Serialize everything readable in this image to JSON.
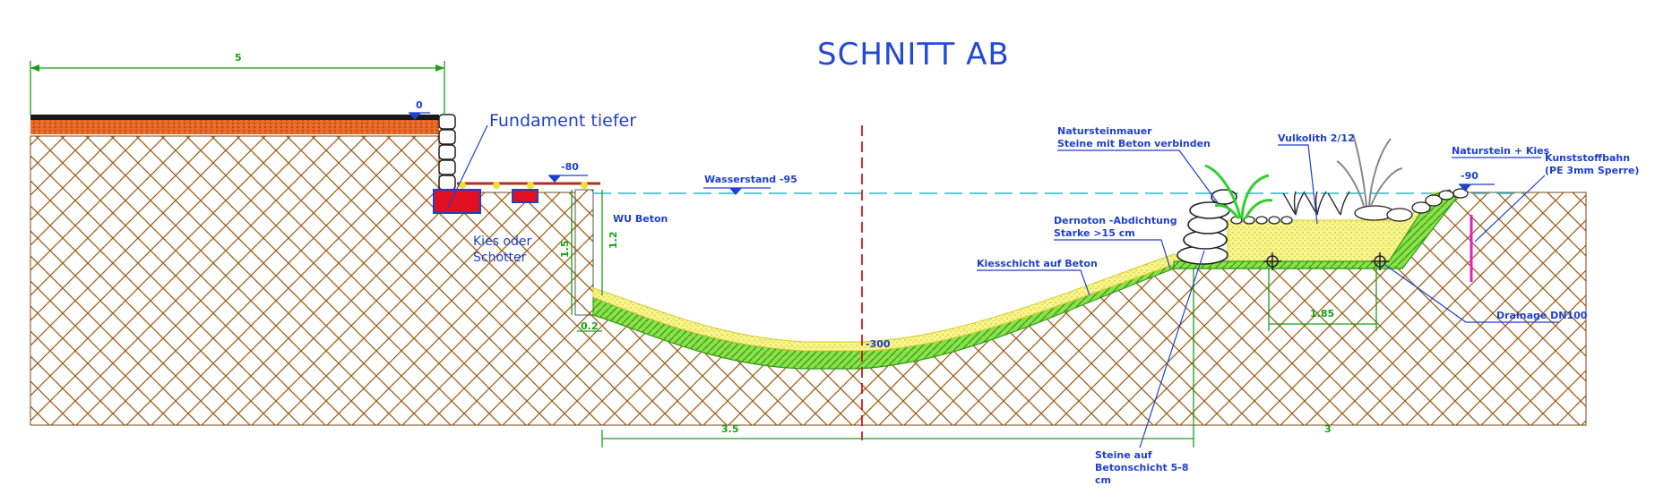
{
  "title": "SCHNITT AB",
  "labels": {
    "fundament": "Fundament tiefer",
    "kies_schotter_1": "Kies oder",
    "kies_schotter_2": "Schotter",
    "wasserstand": "Wasserstand -95",
    "wu_beton": "WU Beton",
    "naturstein_mauer_1": "Natursteinmauer",
    "naturstein_mauer_2": "Steine mit Beton verbinden",
    "vulkolith": "Vulkolith 2/12",
    "naturstein_kies": "Naturstein + Kies",
    "kunststoff_1": "Kunststoffbahn",
    "kunststoff_2": "(PE 3mm Sperre)",
    "dernoton_1": "Dernoton -Abdichtung",
    "dernoton_2": "Starke >15 cm",
    "kiesschicht": "Kiesschicht auf Beton",
    "drainage": "Drainage DN100",
    "steine_1": "Steine auf",
    "steine_2": "Betonschicht 5-8",
    "steine_3": "cm"
  },
  "levels": {
    "ground": "0",
    "foundation": "-80",
    "bottom": "-300",
    "right": "-90"
  },
  "dimensions": {
    "top_width": "5",
    "wall_height_1": "1.2",
    "wall_height_2": "1.5",
    "wall_foot": "0.2",
    "pond_left": "3.5",
    "pond_right": "3",
    "drain_span": "1.85"
  },
  "colors": {
    "soil": "#a0601a",
    "gravel": "#e0581c",
    "liner": "#6ad02a",
    "sand": "#f2f07a",
    "water_line": "#29b8c8",
    "annotation": "#1e3fcf",
    "dimension": "#16a016",
    "axis": "#cc0000",
    "foundation": "#e01020"
  }
}
